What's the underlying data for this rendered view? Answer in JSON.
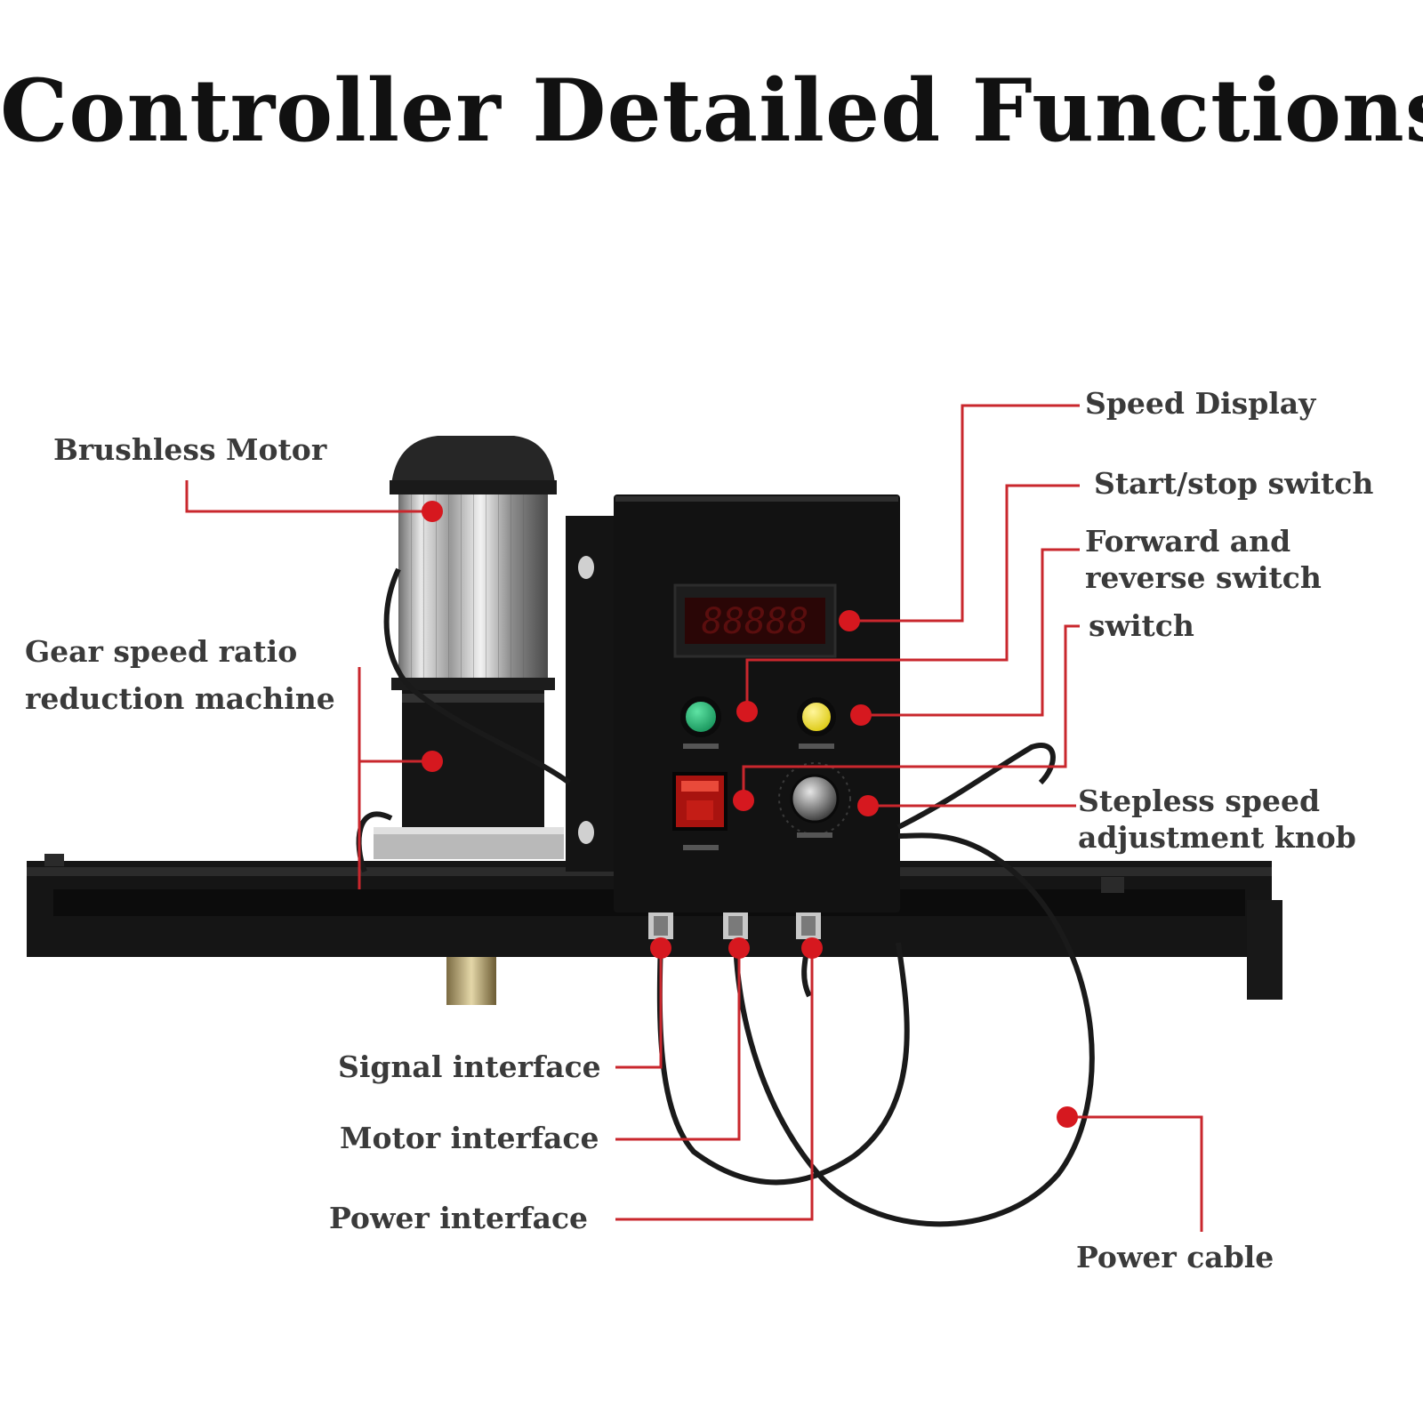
{
  "title": "Controller Detailed Functions",
  "colors": {
    "callout": "#d6181f",
    "leader": "#c9272d",
    "label_text": "#3a3a3a"
  },
  "display": {
    "readout": "88888"
  },
  "labels": {
    "brushless_motor": "Brushless Motor",
    "gear_line1": "Gear speed ratio",
    "gear_line2": "reduction machine",
    "speed_display": "Speed Display",
    "start_stop_switch": "Start/stop switch",
    "forward_line1": "Forward and",
    "forward_line2": "reverse switch",
    "switch": "switch",
    "stepless_line1": "Stepless speed",
    "stepless_line2": "adjustment knob",
    "signal_interface": "Signal interface",
    "motor_interface": "Motor interface",
    "power_interface": "Power interface",
    "power_cable": "Power cable"
  }
}
